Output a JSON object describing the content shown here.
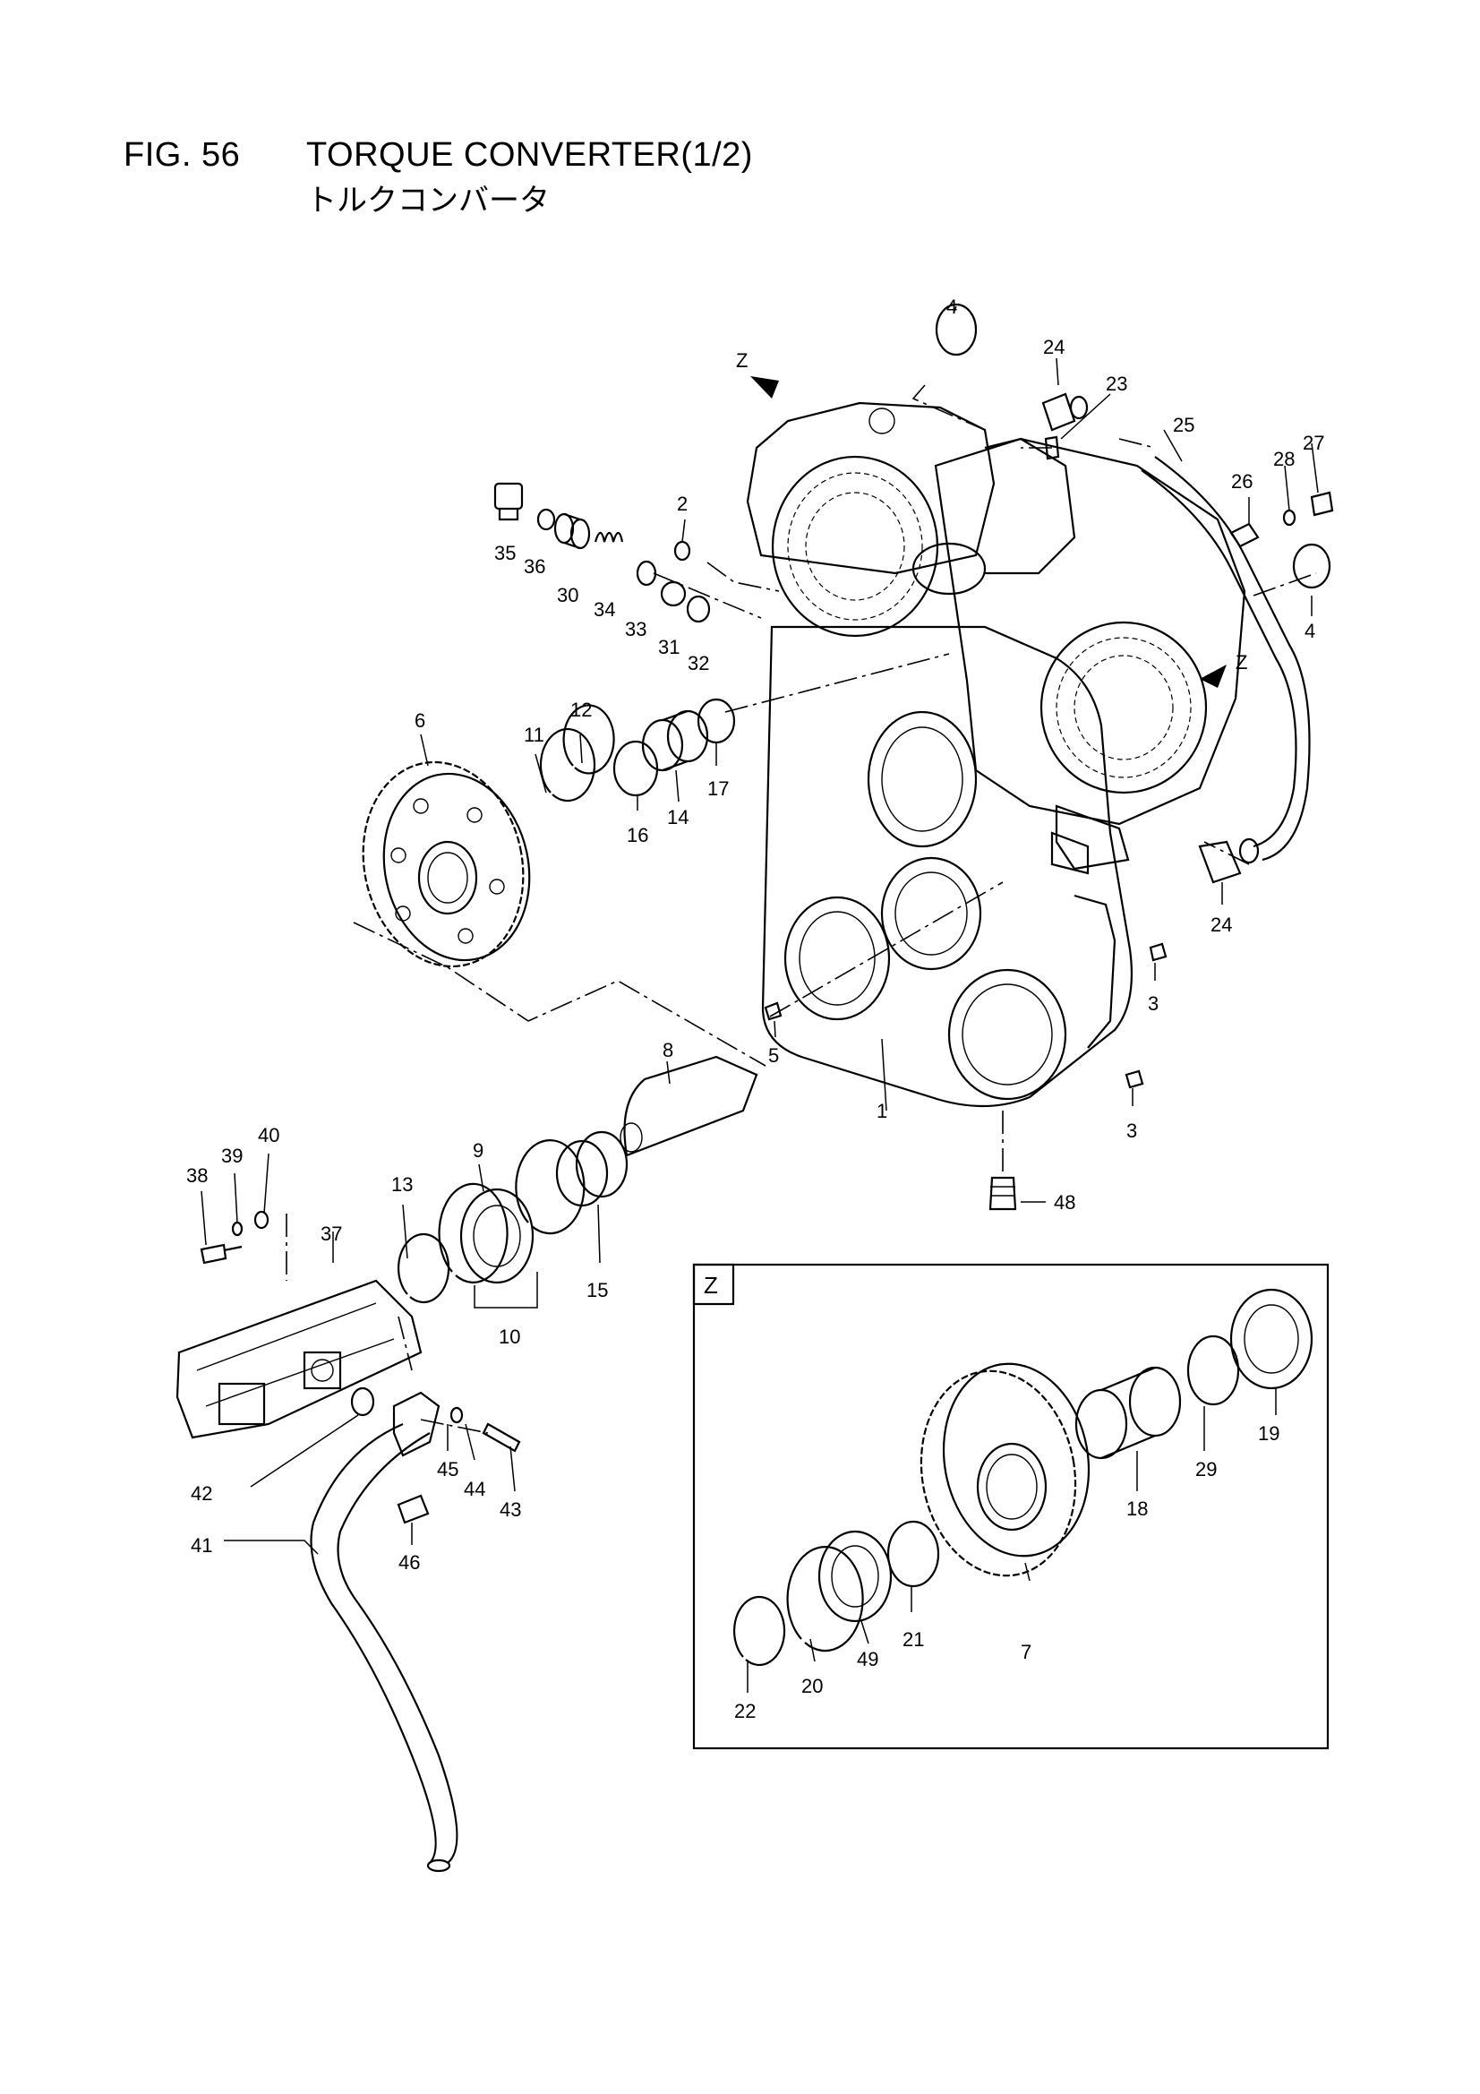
{
  "figure": {
    "number": "FIG. 56",
    "title": "TORQUE CONVERTER(1/2)",
    "subtitle": "トルクコンバータ"
  },
  "detail_box": {
    "label": "Z"
  },
  "view_markers": [
    "Z",
    "Z"
  ],
  "callouts": [
    "1",
    "2",
    "3",
    "3",
    "4",
    "4",
    "5",
    "6",
    "7",
    "8",
    "9",
    "10",
    "11",
    "12",
    "13",
    "14",
    "15",
    "16",
    "17",
    "18",
    "19",
    "20",
    "21",
    "22",
    "23",
    "24",
    "24",
    "25",
    "26",
    "27",
    "28",
    "29",
    "30",
    "31",
    "32",
    "33",
    "34",
    "35",
    "36",
    "37",
    "38",
    "39",
    "40",
    "41",
    "42",
    "43",
    "44",
    "45",
    "46",
    "48",
    "49"
  ]
}
